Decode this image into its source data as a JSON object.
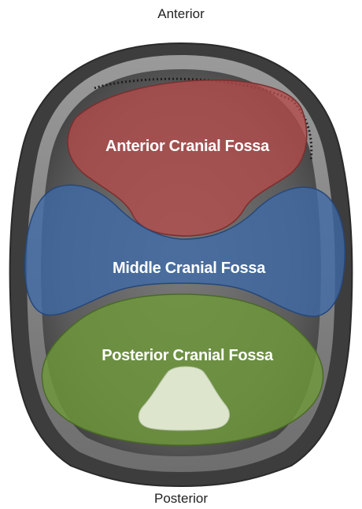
{
  "labels": {
    "top": "Anterior",
    "bottom": "Posterior"
  },
  "regions": [
    {
      "name": "Anterior Cranial Fossa",
      "color": "#b34a4a"
    },
    {
      "name": "Middle Cranial Fossa",
      "color": "#3f6aa8"
    },
    {
      "name": "Posterior Cranial Fossa",
      "color": "#6f9a3a"
    }
  ],
  "colors": {
    "skull_outer": "#4a4a4a",
    "skull_rim": "#8a8a8a",
    "skull_floor": "#6a6a6a",
    "foramen": "#dfe8cf"
  }
}
